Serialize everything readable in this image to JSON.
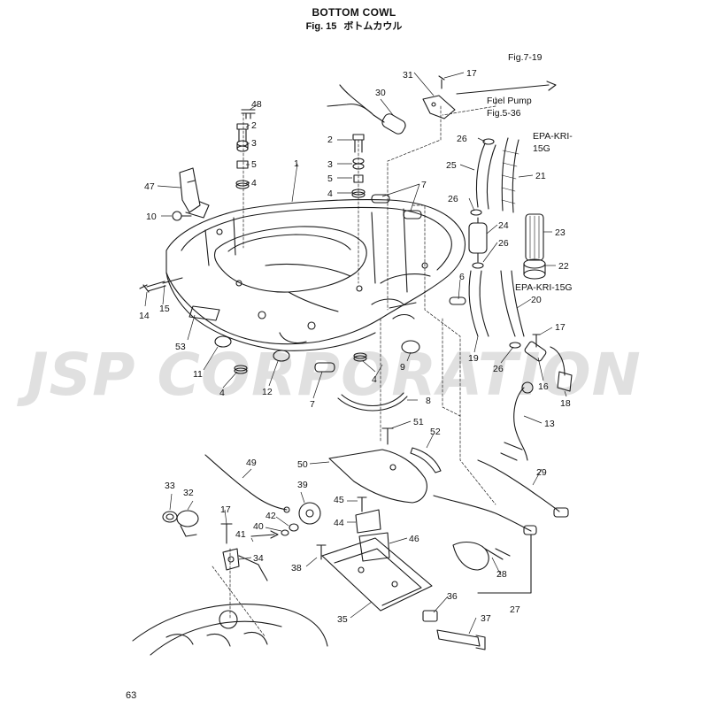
{
  "header": {
    "title": "BOTTOM COWL",
    "fig_label": "Fig. 15",
    "fig_title_jp": "ボトムカウル"
  },
  "page_number": "63",
  "watermark": "JSP CORPORATION",
  "references": {
    "fig7": "Fig.7-19",
    "fuel_pump": "Fuel Pump",
    "fig5": "Fig.5-36",
    "epa_a1": "EPA-KRI-",
    "epa_a2": "15G",
    "epa_b": "EPA-KRI-15G"
  },
  "part_numbers": {
    "p1": "1",
    "p2": "2",
    "p3": "3",
    "p4": "4",
    "p5": "5",
    "p6": "6",
    "p7": "7",
    "p8": "8",
    "p9": "9",
    "p10": "10",
    "p11": "11",
    "p12": "12",
    "p13": "13",
    "p14": "14",
    "p15": "15",
    "p16": "16",
    "p17": "17",
    "p18": "18",
    "p19": "19",
    "p20": "20",
    "p21": "21",
    "p22": "22",
    "p23": "23",
    "p24": "24",
    "p25": "25",
    "p26": "26",
    "p27": "27",
    "p28": "28",
    "p29": "29",
    "p30": "30",
    "p31": "31",
    "p32": "32",
    "p33": "33",
    "p34": "34",
    "p35": "35",
    "p36": "36",
    "p37": "37",
    "p38": "38",
    "p39": "39",
    "p40": "40",
    "p41": "41",
    "p42": "42",
    "p44": "44",
    "p45": "45",
    "p46": "46",
    "p47": "47",
    "p48": "48",
    "p49": "49",
    "p50": "50",
    "p51": "51",
    "p52": "52",
    "p53": "53"
  }
}
